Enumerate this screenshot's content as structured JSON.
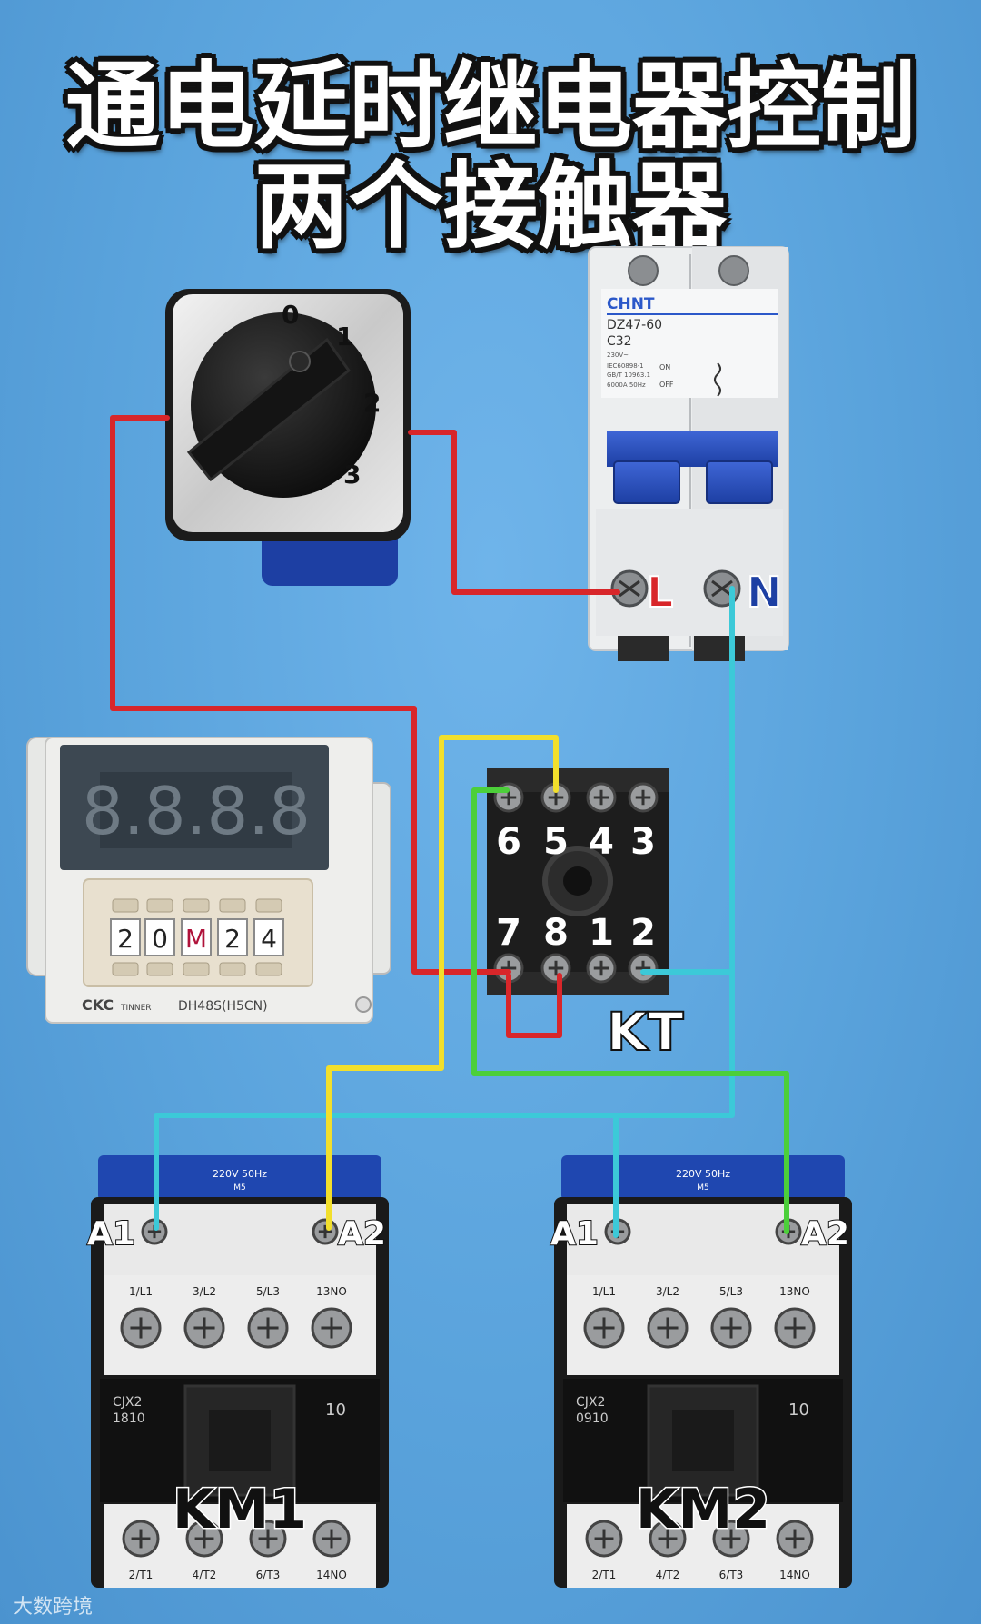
{
  "title": {
    "line1": "通电延时继电器控制",
    "line2": "两个接触器"
  },
  "switch": {
    "positions": [
      "0",
      "1",
      "2",
      "3"
    ]
  },
  "breaker": {
    "brand": "CHNT",
    "model": "DZ47-60",
    "rating": "C32",
    "voltage": "230V~",
    "standard1": "IEC60898-1",
    "standard2": "GB/T 10963.1",
    "capacity": "6000A 50Hz",
    "on_label": "ON",
    "off_label": "OFF",
    "terminal_l": "L",
    "terminal_n": "N"
  },
  "timer": {
    "display": "8.8.8.8",
    "dials": [
      "2",
      "0",
      "M",
      "2",
      "4"
    ],
    "brand": "CKC",
    "brand_sub": "TINNER",
    "model": "DH48S(H5CN)"
  },
  "relay_base": {
    "top_pins": [
      "6",
      "5",
      "4",
      "3"
    ],
    "bottom_pins": [
      "7",
      "8",
      "1",
      "2"
    ],
    "label": "KT"
  },
  "km1": {
    "coil_rating": "220V 50Hz",
    "coil_sub": "M5",
    "a1": "A1",
    "a2": "A2",
    "terminals_top": [
      "1/L1",
      "3/L2",
      "5/L3",
      "13NO"
    ],
    "model": "CJX2",
    "model_num": "1810",
    "aux": "10",
    "label": "KM1",
    "terminals_bottom": [
      "2/T1",
      "4/T2",
      "6/T3",
      "14NO"
    ]
  },
  "km2": {
    "coil_rating": "220V 50Hz",
    "coil_sub": "M5",
    "a1": "A1",
    "a2": "A2",
    "terminals_top": [
      "1/L1",
      "3/L2",
      "5/L3",
      "13NO"
    ],
    "model": "CJX2",
    "model_num": "0910",
    "aux": "10",
    "label": "KM2",
    "terminals_bottom": [
      "2/T1",
      "4/T2",
      "6/T3",
      "14NO"
    ]
  },
  "watermark": "大数跨境",
  "colors": {
    "wire_red": "#d8262a",
    "wire_yellow": "#f2df2c",
    "wire_green": "#4ccf3a",
    "wire_cyan": "#3cc9d8",
    "background": "#5aa3dc"
  }
}
